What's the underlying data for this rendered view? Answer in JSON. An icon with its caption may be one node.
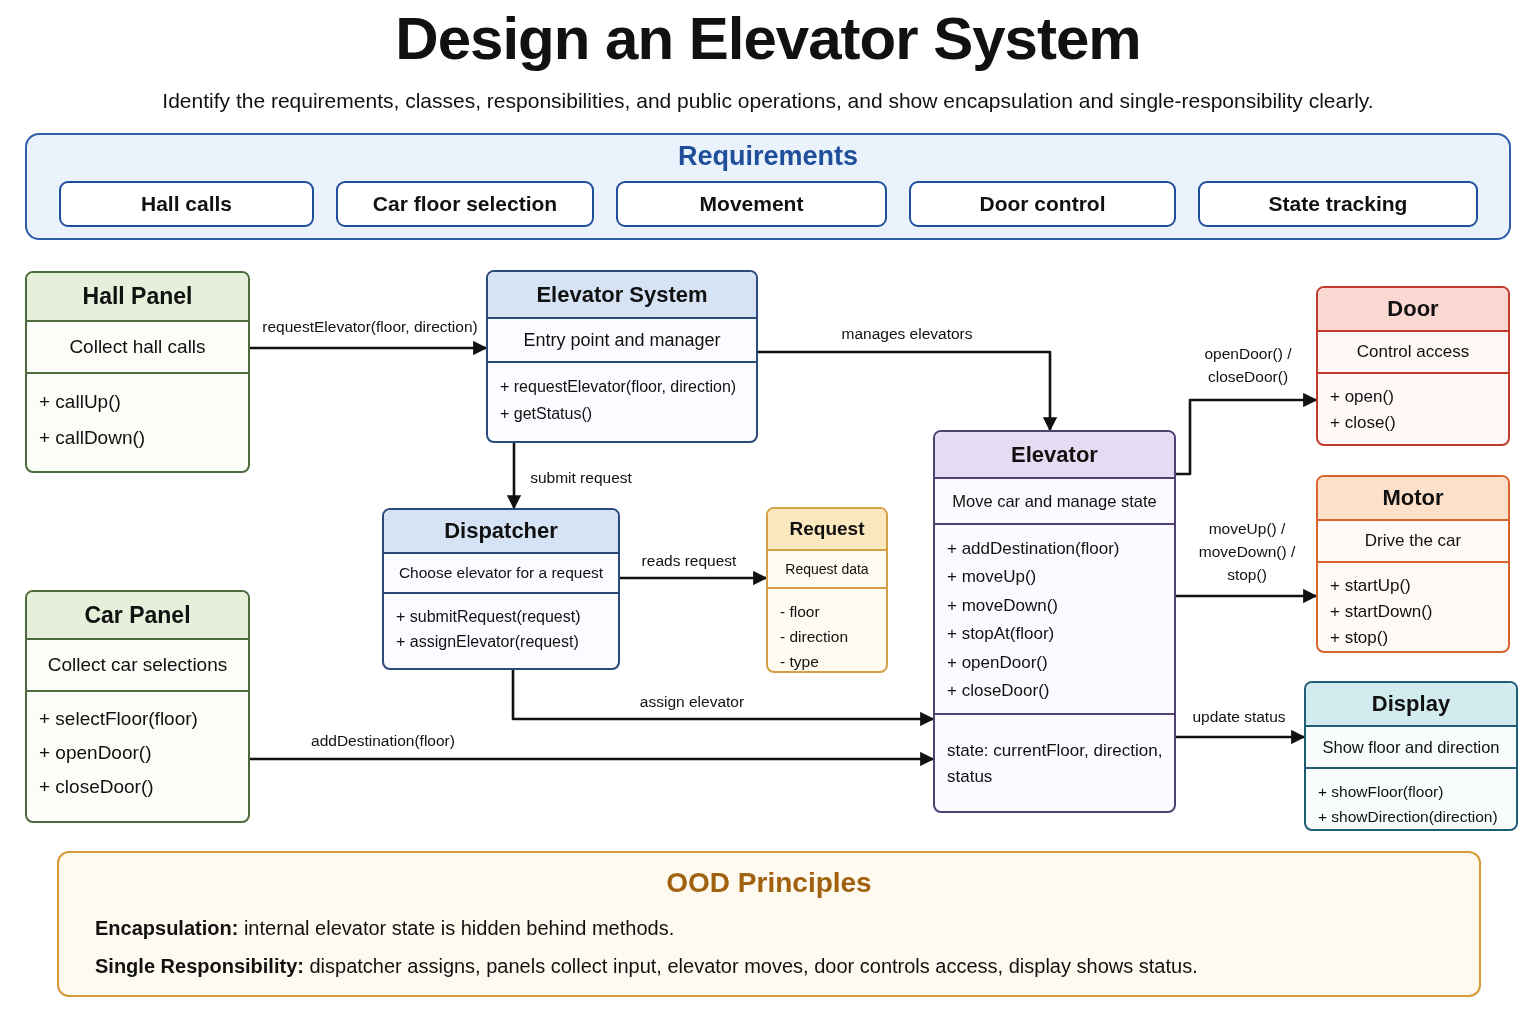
{
  "diagram": {
    "title": "Design an Elevator System",
    "caption": "Identify the requirements, classes, responsibilities, and public operations, and show encapsulation and single-responsibility clearly.",
    "nodes": [
      {
        "text": [
          "Requirements"
        ]
      },
      {
        "text": [
          "Hall calls"
        ],
        "in": 0
      },
      {
        "text": [
          "Car floor selection"
        ],
        "in": 0
      },
      {
        "text": [
          "Movement"
        ],
        "in": 0
      },
      {
        "text": [
          "Door control"
        ],
        "in": 0
      },
      {
        "text": [
          "State tracking"
        ],
        "in": 0
      },
      {
        "text": [
          "Hall Panel",
          "Collect hall calls",
          "+ callUp()",
          "+ callDown()"
        ]
      },
      {
        "text": [
          "Elevator System",
          "Entry point and manager",
          "+ requestElevator(floor, direction)",
          "+ getStatus()"
        ]
      },
      {
        "text": [
          "Dispatcher",
          "Choose elevator for a request",
          "+ submitRequest(request)",
          "+ assignElevator(request)"
        ]
      },
      {
        "text": [
          "Request",
          "Request data",
          "- floor",
          "- direction",
          "- type"
        ]
      },
      {
        "text": [
          "Car Panel",
          "Collect car selections",
          "+ selectFloor(floor)",
          "+ openDoor()",
          "+ closeDoor()"
        ]
      },
      {
        "text": [
          "Elevator",
          "Move car and manage state",
          "+ addDestination(floor)",
          "+ moveUp()",
          "+ moveDown()",
          "+ stopAt(floor)",
          "+ openDoor()",
          "+ closeDoor()",
          "state: currentFloor, direction, status"
        ]
      },
      {
        "text": [
          "Door",
          "Control access",
          "+ open()",
          "+ close()"
        ]
      },
      {
        "text": [
          "Motor",
          "Drive the car",
          "+ startUp()",
          "+ startDown()",
          "+ stop()"
        ]
      },
      {
        "text": [
          "Display",
          "Show floor and direction",
          "+ showFloor(floor)",
          "+ showDirection(direction)"
        ]
      },
      {
        "text": [
          "OOD Principles",
          "**Encapsulation:** internal elevator state is hidden behind methods.",
          "**Single Responsibility:** dispatcher assigns, panels collect input, elevator moves, door controls access, display shows status."
        ]
      }
    ],
    "edges": [
      {
        "from": 6,
        "to": 7,
        "arrow": "to",
        "label": "requestElevator(floor, direction)"
      },
      {
        "from": 7,
        "to": 11,
        "arrow": "to",
        "label": "manages elevators"
      },
      {
        "from": 7,
        "to": 8,
        "arrow": "to",
        "label": "submit request"
      },
      {
        "from": 8,
        "to": 9,
        "arrow": "to",
        "label": "reads request"
      },
      {
        "from": 8,
        "to": 11,
        "arrow": "to",
        "label": "assign elevator"
      },
      {
        "from": 10,
        "to": 11,
        "arrow": "to",
        "label": "addDestination(floor)"
      },
      {
        "from": 11,
        "to": 12,
        "arrow": "to",
        "label": "openDoor() / closeDoor()"
      },
      {
        "from": 11,
        "to": 13,
        "arrow": "to",
        "label": "moveUp() / moveDown() / stop()"
      },
      {
        "from": 11,
        "to": 14,
        "arrow": "to",
        "label": "update status"
      }
    ]
  }
}
